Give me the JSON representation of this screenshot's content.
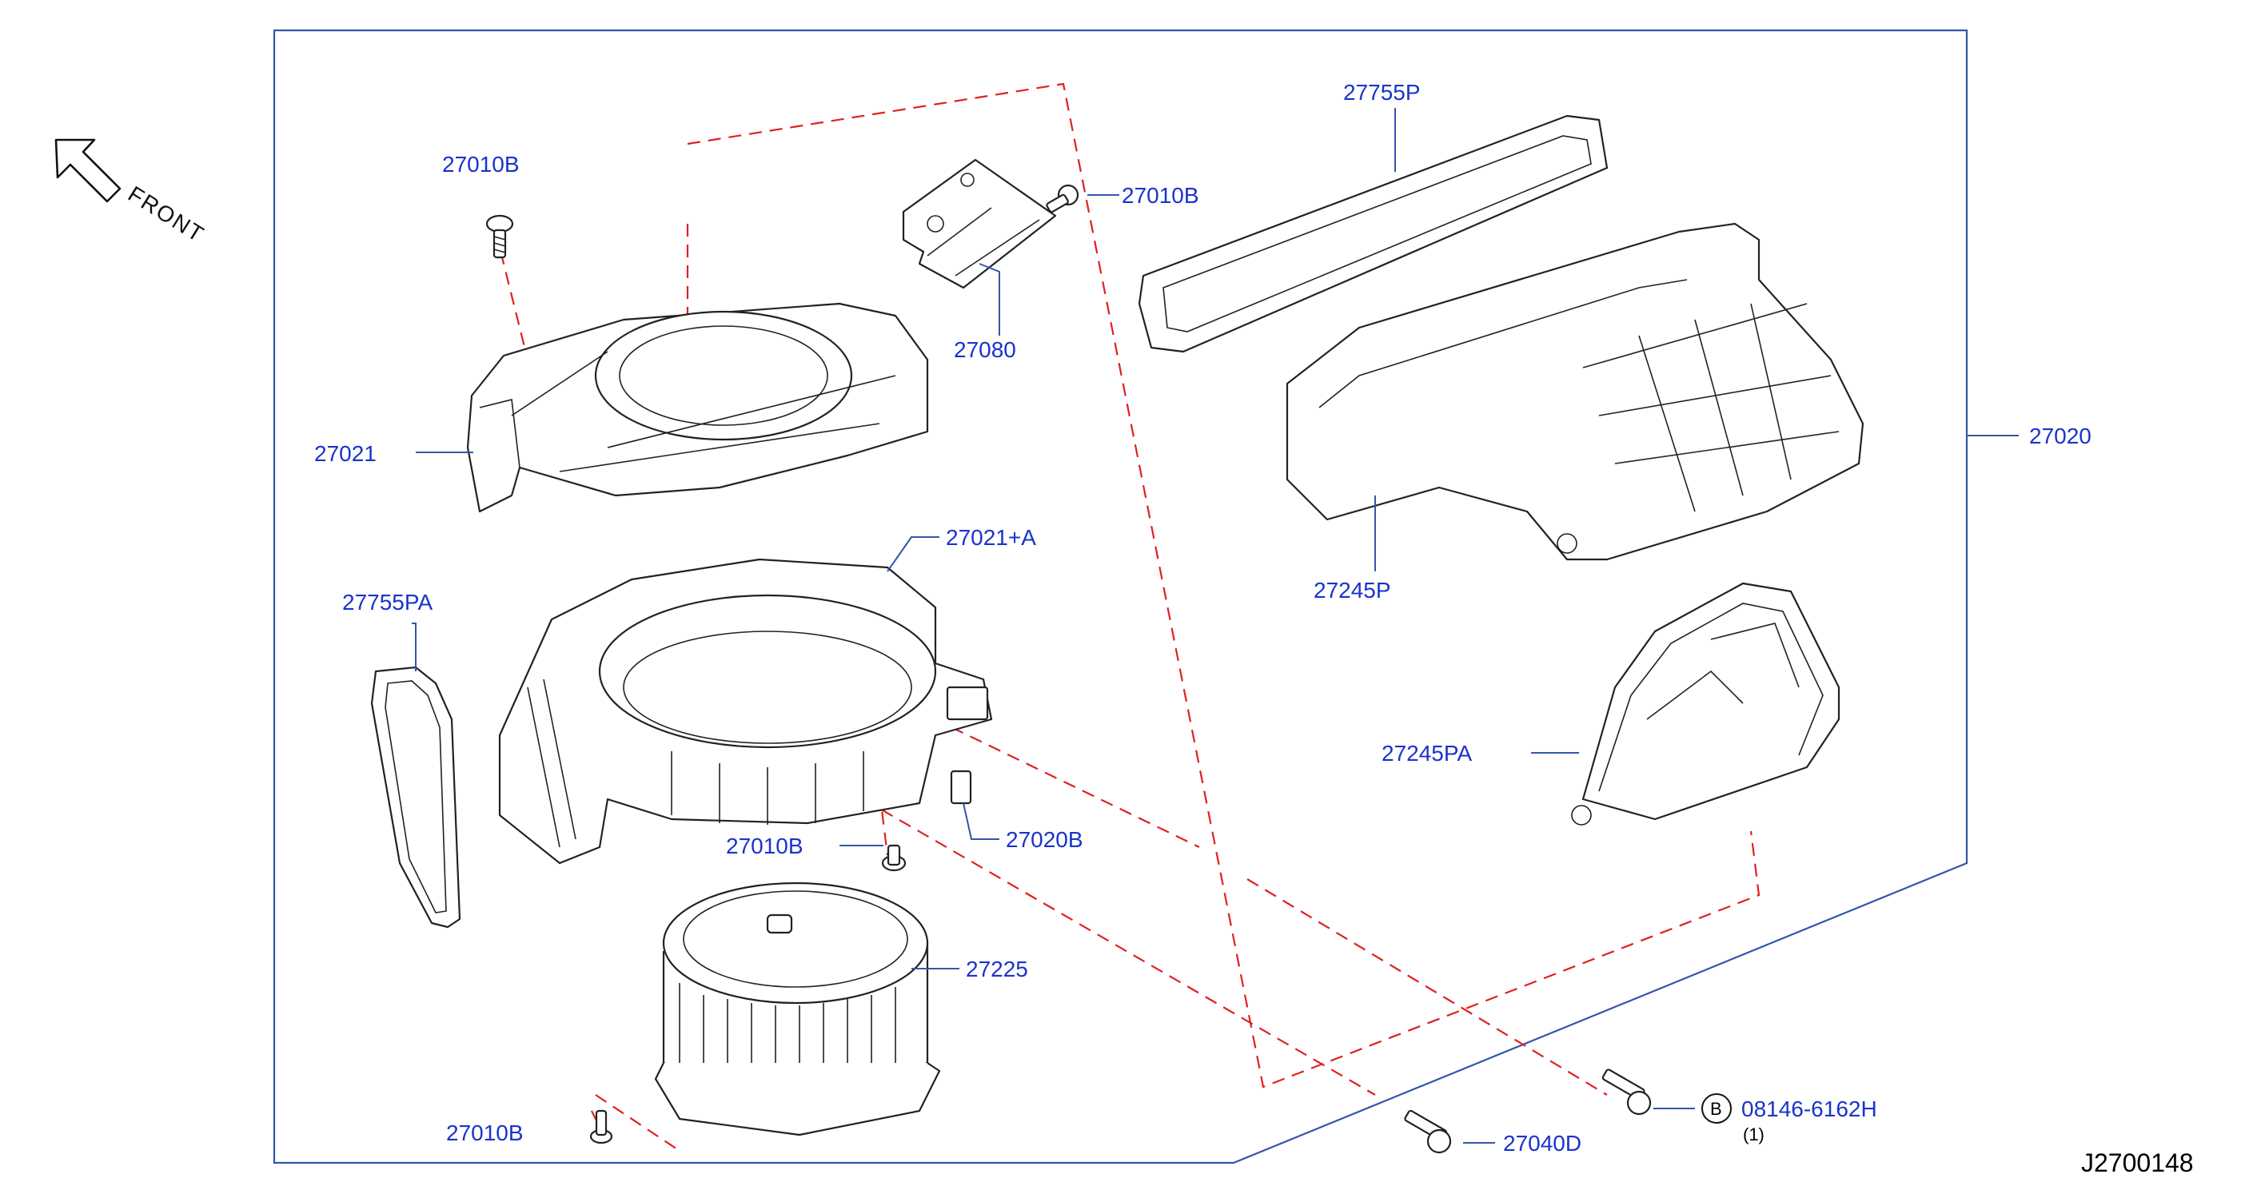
{
  "diagram": {
    "direction_label": "FRONT",
    "reference_code": "J2700148",
    "callouts": {
      "c27010b_top": "27010B",
      "c27010b_right": "27010B",
      "c27080": "27080",
      "c27021": "27021",
      "c27021a": "27021+A",
      "c27755pa": "27755PA",
      "c27020b": "27020B",
      "c27010b_mid": "27010B",
      "c27225": "27225",
      "c27010b_bottom": "27010B",
      "c27755p": "27755P",
      "c27245p": "27245P",
      "c27020": "27020",
      "c27245pa": "27245PA",
      "c27040d": "27040D",
      "c08146": "08146-6162H",
      "bolt_symbol": "B",
      "quantity": "(1)"
    }
  },
  "colors": {
    "label_blue": "#1a33cc",
    "frame_blue": "#3355aa",
    "dash_red": "#e02020",
    "line_black": "#222222"
  }
}
